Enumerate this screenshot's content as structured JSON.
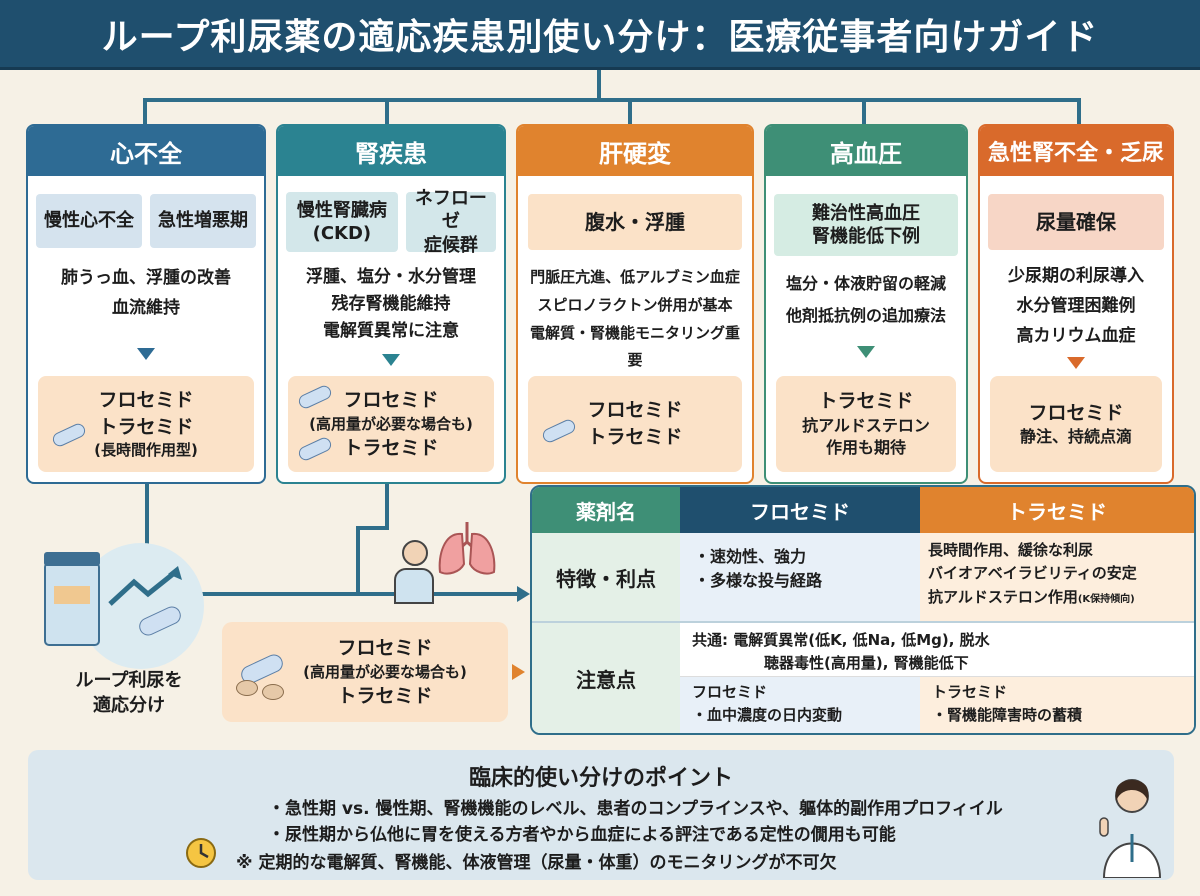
{
  "title": "ループ利尿薬の適応疾患別使い分け：医療従事者向けガイド",
  "colors": {
    "title_bg": "#1f4f6e",
    "heart": "#2e6b94",
    "kidney": "#2b8391",
    "liver": "#e0832e",
    "hypertension": "#3e8f76",
    "aki": "#d96a2b"
  },
  "cards": {
    "heart": {
      "header": "心不全",
      "sub1": "慢性心不全",
      "sub2": "急性増悪期",
      "desc1": "肺うっ血、浮腫の改善",
      "desc2": "血流維持",
      "drug1": "フロセミド",
      "drug2": "トラセミド",
      "drug3": "(長時間作用型)"
    },
    "kidney": {
      "header": "腎疾患",
      "sub1": "慢性腎臓病\n(CKD)",
      "sub2": "ネフローゼ\n症候群",
      "desc1": "浮腫、塩分・水分管理",
      "desc2": "残存腎機能維持",
      "desc3": "電解質異常に注意",
      "drug1": "フロセミド",
      "drug2": "(高用量が必要な場合も)",
      "drug3": "トラセミド"
    },
    "liver": {
      "header": "肝硬変",
      "sub1": "腹水・浮腫",
      "desc1": "門脈圧亢進、低アルブミン血症",
      "desc2": "スピロノラクトン併用が基本",
      "desc3": "電解質・腎機能モニタリング重要",
      "drug1": "フロセミド",
      "drug2": "トラセミド"
    },
    "hypertension": {
      "header": "高血圧",
      "sub1": "難治性高血圧\n腎機能低下例",
      "desc1": "塩分・体液貯留の軽減",
      "desc2": "他剤抵抗例の追加療法",
      "drug1": "トラセミド",
      "drug2": "抗アルドステロン",
      "drug3": "作用も期待"
    },
    "aki": {
      "header": "急性腎不全・乏尿",
      "sub1": "尿量確保",
      "desc1": "少尿期の利尿導入",
      "desc2": "水分管理困難例",
      "desc3": "高カリウム血症",
      "drug1": "フロセミド",
      "drug2": "静注、持続点滴"
    }
  },
  "center": {
    "label": "ループ利尿を\n適応分け",
    "drug1": "フロセミド",
    "drug2": "(高用量が必要な場合も)",
    "drug3": "トラセミド"
  },
  "table": {
    "col0": "薬剤名",
    "col1": "フロセミド",
    "col2": "トラセミド",
    "row1_label": "特徴・利点",
    "row1_furo": "・速効性、強力\n・多様な投与経路",
    "row1_tora1": "長時間作用、緩徐な利尿",
    "row1_tora2": "バイオアベイラビリティの安定",
    "row1_tora3": "抗アルドステロン作用",
    "row1_tora3_small": "(K保持傾向)",
    "row2_label": "注意点",
    "row2_common1": "共通: 電解質異常(低K, 低Na, 低Mg), 脱水",
    "row2_common2": "聴器毒性(高用量), 腎機能低下",
    "row2_furo_title": "フロセミド",
    "row2_furo": "・血中濃度の日内変動",
    "row2_tora_title": "トラセミド",
    "row2_tora": "・腎機能障害時の蓄積"
  },
  "points": {
    "title": "臨床的使い分けのポイント",
    "p1": "・急性期 vs. 慢性期、腎機機能のレベル、患者のコンプラインスや、軀体的副作用プロフィイル",
    "p2": "・尿性期から仏他に胃を使える方者やから血症による評注である定性の僩用も可能",
    "p3": "※ 定期的な電解質、腎機能、体液管理（尿量・体重）のモニタリングが不可欠"
  }
}
